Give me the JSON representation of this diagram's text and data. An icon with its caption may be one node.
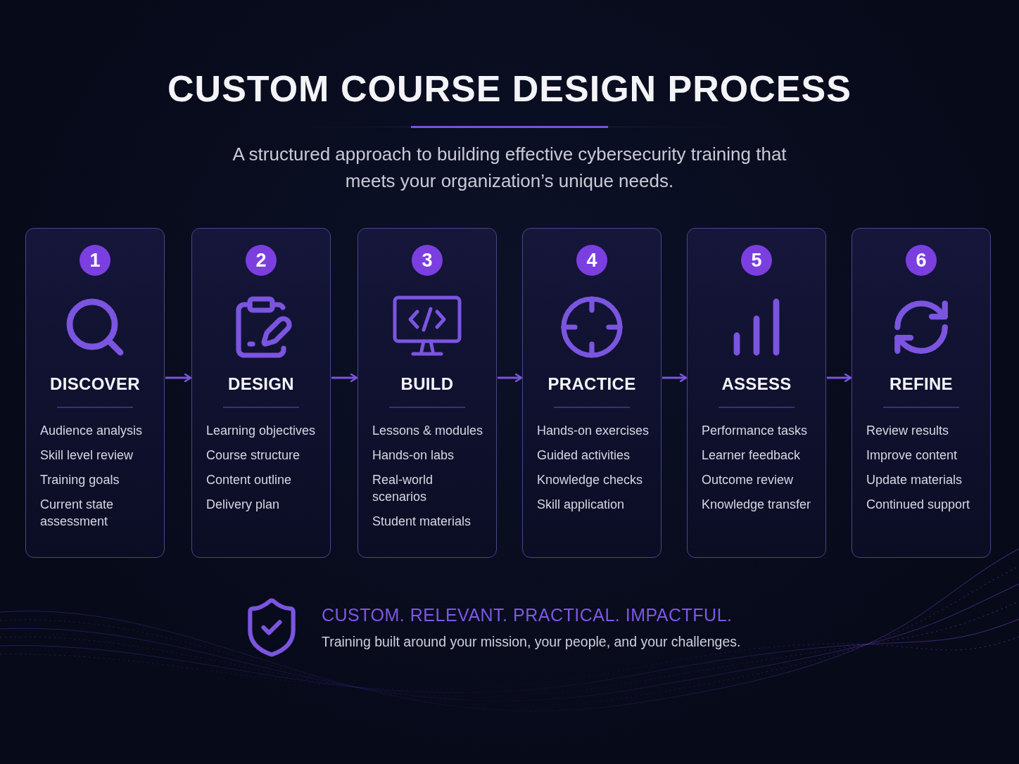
{
  "diagram": {
    "title": "CUSTOM COURSE DESIGN PROCESS",
    "nodes": [
      {
        "text": [
          "1",
          "DISCOVER",
          "Audience analysis",
          "Skill level review",
          "Training goals",
          "Current state assessment"
        ]
      },
      {
        "text": [
          "2",
          "DESIGN",
          "Learning objectives",
          "Course structure",
          "Content outline",
          "Delivery plan"
        ]
      },
      {
        "text": [
          "3",
          "BUILD",
          "Lessons & modules",
          "Hands-on labs",
          "Real-world scenarios",
          "Student materials"
        ]
      },
      {
        "text": [
          "4",
          "PRACTICE",
          "Hands-on exercises",
          "Guided activities",
          "Knowledge checks",
          "Skill application"
        ]
      },
      {
        "text": [
          "5",
          "ASSESS",
          "Performance tasks",
          "Learner feedback",
          "Outcome review",
          "Knowledge transfer"
        ]
      },
      {
        "text": [
          "6",
          "REFINE",
          "Review results",
          "Improve content",
          "Update materials",
          "Continued support"
        ]
      }
    ],
    "edges": [
      {
        "from": 0,
        "to": 1,
        "arrow": "to"
      },
      {
        "from": 1,
        "to": 2,
        "arrow": "to"
      },
      {
        "from": 2,
        "to": 3,
        "arrow": "to"
      },
      {
        "from": 3,
        "to": 4,
        "arrow": "to"
      },
      {
        "from": 4,
        "to": 5,
        "arrow": "to"
      }
    ],
    "labels": [
      "A structured approach to building effective cybersecurity training that meets your organization’s unique needs.",
      "CUSTOM. RELEVANT. PRACTICAL. IMPACTFUL.",
      "Training built around your mission, your people, and your challenges."
    ]
  }
}
